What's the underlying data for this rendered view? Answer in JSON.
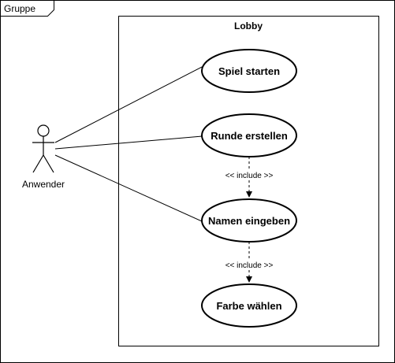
{
  "frame": {
    "label": "Gruppe"
  },
  "system": {
    "label": "Lobby"
  },
  "actor": {
    "label": "Anwender"
  },
  "use_cases": [
    {
      "label": "Spiel starten"
    },
    {
      "label": "Runde erstellen"
    },
    {
      "label": "Namen eingeben"
    },
    {
      "label": "Farbe wählen"
    }
  ],
  "relations": [
    {
      "label": "<< include >>",
      "from": "Runde erstellen",
      "to": "Namen eingeben"
    },
    {
      "label": "<< include >>",
      "from": "Namen eingeben",
      "to": "Farbe wählen"
    }
  ],
  "colors": {
    "stroke": "#000000",
    "background": "#ffffff"
  }
}
